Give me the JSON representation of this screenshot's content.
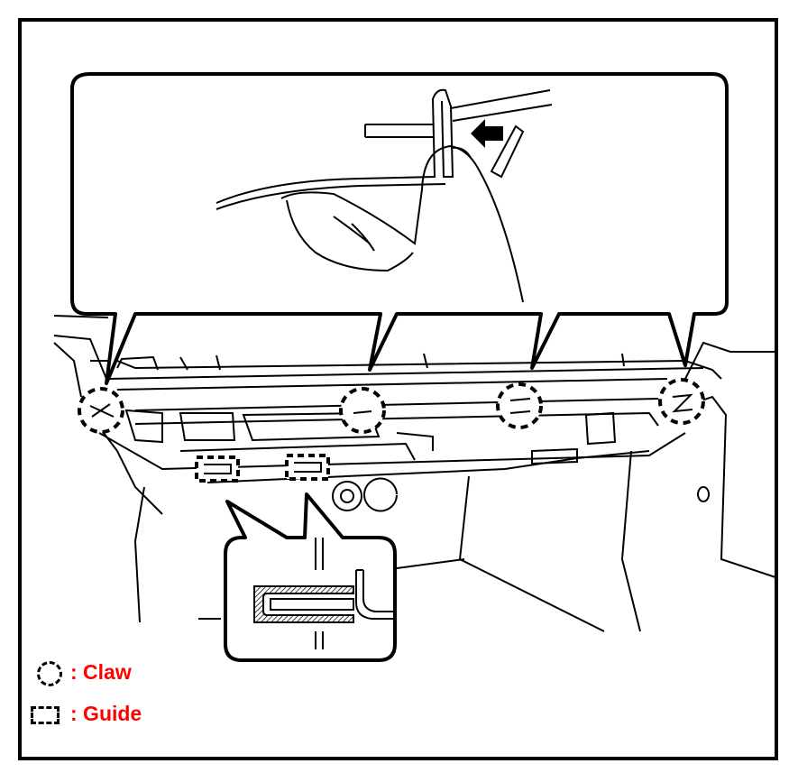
{
  "legend": {
    "claw": {
      "label": ": Claw",
      "symbol": "dashed-circle"
    },
    "guide": {
      "label": ": Guide",
      "symbol": "dashed-rectangle"
    }
  },
  "colors": {
    "legend_text": "#ff0000",
    "line": "#000000",
    "background": "#ffffff"
  },
  "callouts": {
    "claw_count": 4,
    "guide_count": 2,
    "arrow": "push-direction-arrow"
  }
}
